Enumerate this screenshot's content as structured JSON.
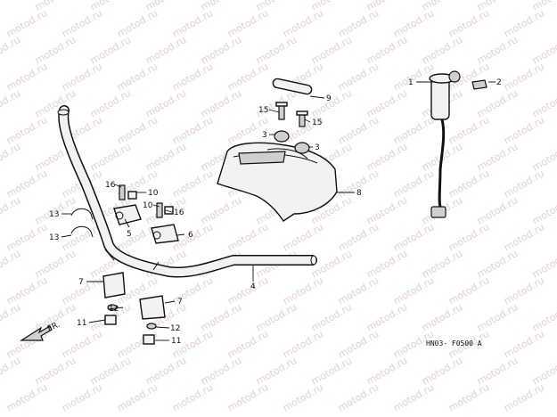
{
  "watermark": "motod.ru",
  "diagram_code": "HN03- F0500 A",
  "direction_label": "FR.",
  "callouts": [
    {
      "id": "c1",
      "text": "1"
    },
    {
      "id": "c2",
      "text": "2"
    },
    {
      "id": "c3a",
      "text": "3"
    },
    {
      "id": "c3b",
      "text": "3"
    },
    {
      "id": "c4",
      "text": "4"
    },
    {
      "id": "c5",
      "text": "5"
    },
    {
      "id": "c6",
      "text": "6"
    },
    {
      "id": "c7a",
      "text": "7"
    },
    {
      "id": "c7b",
      "text": "7"
    },
    {
      "id": "c8",
      "text": "8"
    },
    {
      "id": "c9",
      "text": "9"
    },
    {
      "id": "c10a",
      "text": "10"
    },
    {
      "id": "c10b",
      "text": "10"
    },
    {
      "id": "c11a",
      "text": "11"
    },
    {
      "id": "c11b",
      "text": "11"
    },
    {
      "id": "c12a",
      "text": "12"
    },
    {
      "id": "c12b",
      "text": "12"
    },
    {
      "id": "c13a",
      "text": "13"
    },
    {
      "id": "c13b",
      "text": "13"
    },
    {
      "id": "c15a",
      "text": "15"
    },
    {
      "id": "c15b",
      "text": "15"
    },
    {
      "id": "c16a",
      "text": "16"
    },
    {
      "id": "c16b",
      "text": "16"
    }
  ]
}
